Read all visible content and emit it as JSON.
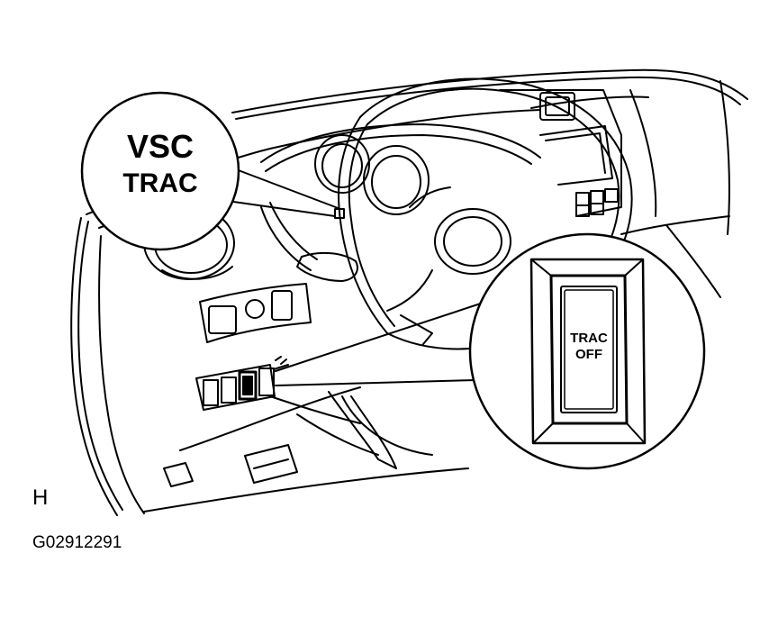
{
  "callout_indicator": {
    "line1": "VSC",
    "line2": "TRAC"
  },
  "callout_switch": {
    "line1": "TRAC",
    "line2": "OFF"
  },
  "view_letter": "H",
  "figure_code": "G02912291",
  "colors": {
    "line": "#000000",
    "background": "#ffffff"
  }
}
